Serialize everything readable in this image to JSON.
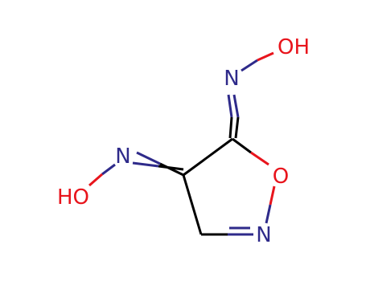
{
  "molecule": {
    "atoms": {
      "oxime_n_top": {
        "label": "N",
        "color": "#2e2a8a"
      },
      "oxime_oh_top": {
        "label": "OH",
        "color": "#e8141c"
      },
      "oxime_n_left": {
        "label": "N",
        "color": "#2e2a8a"
      },
      "oxime_oh_left": {
        "label": "HO",
        "color": "#e8141c"
      },
      "ring_o": {
        "label": "O",
        "color": "#e8141c"
      },
      "ring_n": {
        "label": "N",
        "color": "#2e2a8a"
      }
    },
    "colors": {
      "carbon_bond": "#000000",
      "nitrogen": "#2e2a8a",
      "oxygen": "#e8141c"
    }
  }
}
